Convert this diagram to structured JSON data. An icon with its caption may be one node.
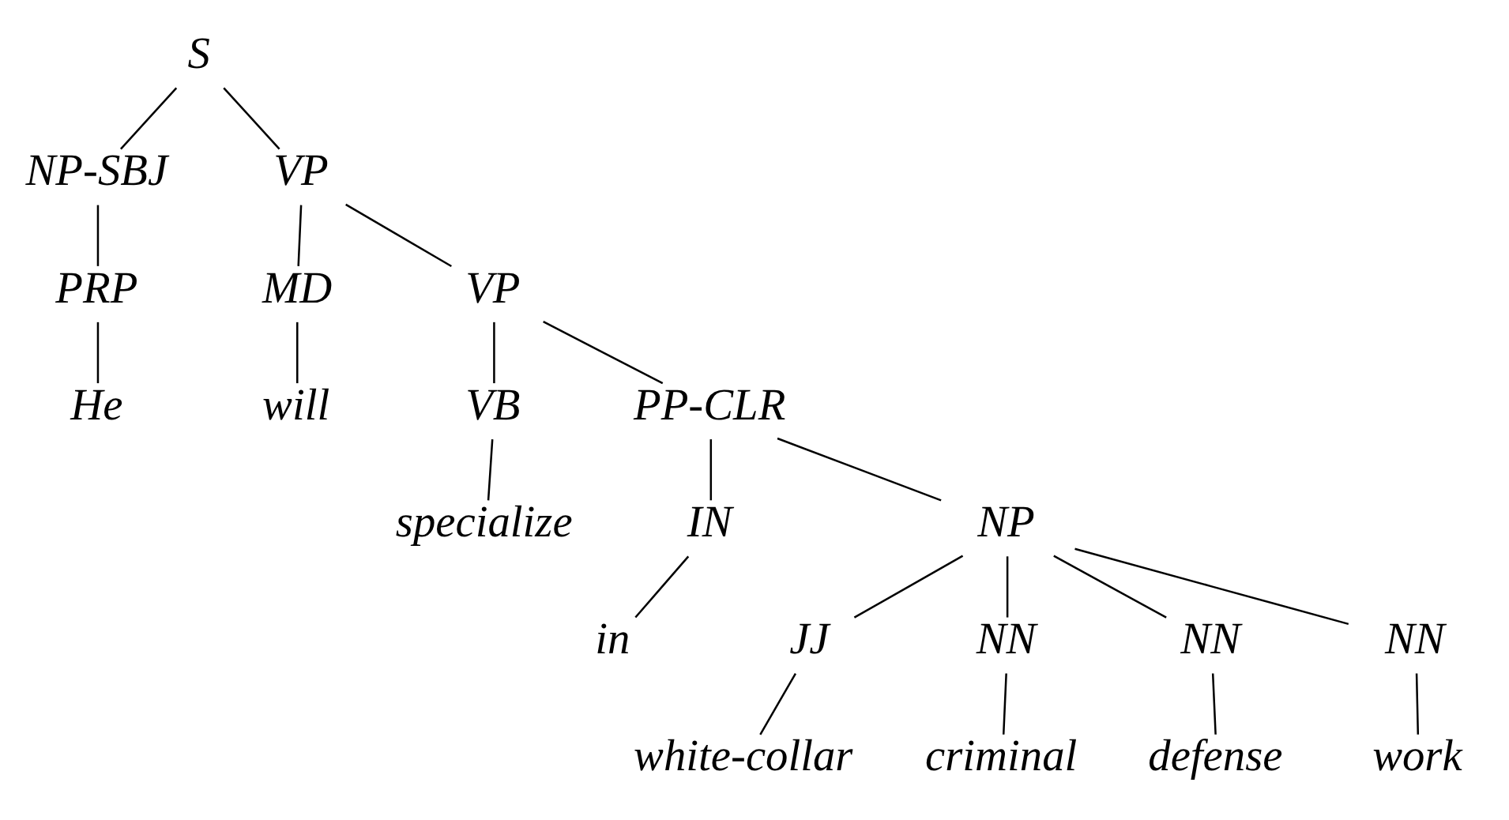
{
  "diagram": {
    "nodes": [
      {
        "text": [
          "S"
        ]
      },
      {
        "text": [
          "NP-SBJ"
        ]
      },
      {
        "text": [
          "VP"
        ]
      },
      {
        "text": [
          "PRP"
        ]
      },
      {
        "text": [
          "MD"
        ]
      },
      {
        "text": [
          "VP"
        ]
      },
      {
        "text": [
          "He"
        ]
      },
      {
        "text": [
          "will"
        ]
      },
      {
        "text": [
          "VB"
        ]
      },
      {
        "text": [
          "PP-CLR"
        ]
      },
      {
        "text": [
          "specialize"
        ]
      },
      {
        "text": [
          "IN"
        ]
      },
      {
        "text": [
          "NP"
        ]
      },
      {
        "text": [
          "in"
        ]
      },
      {
        "text": [
          "JJ"
        ]
      },
      {
        "text": [
          "NN"
        ]
      },
      {
        "text": [
          "NN"
        ]
      },
      {
        "text": [
          "NN"
        ]
      },
      {
        "text": [
          "white-collar"
        ]
      },
      {
        "text": [
          "criminal"
        ]
      },
      {
        "text": [
          "defense"
        ]
      },
      {
        "text": [
          "work"
        ]
      }
    ],
    "edges": [
      {
        "from": 0,
        "to": 1,
        "arrow": "none"
      },
      {
        "from": 0,
        "to": 2,
        "arrow": "none"
      },
      {
        "from": 1,
        "to": 3,
        "arrow": "none"
      },
      {
        "from": 2,
        "to": 4,
        "arrow": "none"
      },
      {
        "from": 2,
        "to": 5,
        "arrow": "none"
      },
      {
        "from": 3,
        "to": 6,
        "arrow": "none"
      },
      {
        "from": 4,
        "to": 7,
        "arrow": "none"
      },
      {
        "from": 5,
        "to": 8,
        "arrow": "none"
      },
      {
        "from": 5,
        "to": 9,
        "arrow": "none"
      },
      {
        "from": 8,
        "to": 10,
        "arrow": "none"
      },
      {
        "from": 9,
        "to": 11,
        "arrow": "none"
      },
      {
        "from": 9,
        "to": 12,
        "arrow": "none"
      },
      {
        "from": 11,
        "to": 13,
        "arrow": "none"
      },
      {
        "from": 12,
        "to": 14,
        "arrow": "none"
      },
      {
        "from": 12,
        "to": 15,
        "arrow": "none"
      },
      {
        "from": 12,
        "to": 16,
        "arrow": "none"
      },
      {
        "from": 12,
        "to": 17,
        "arrow": "none"
      },
      {
        "from": 14,
        "to": 18,
        "arrow": "none"
      },
      {
        "from": 15,
        "to": 19,
        "arrow": "none"
      },
      {
        "from": 16,
        "to": 20,
        "arrow": "none"
      },
      {
        "from": 17,
        "to": 21,
        "arrow": "none"
      }
    ]
  }
}
